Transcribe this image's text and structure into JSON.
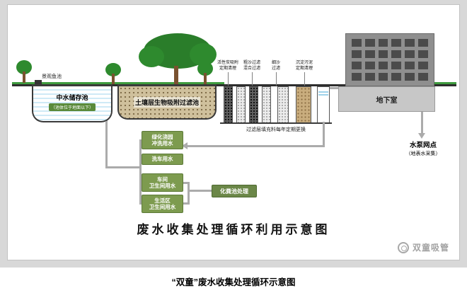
{
  "caption": "“双童”废水收集处理循环示意图",
  "diagram": {
    "title": "废水收集处理循环利用示意图",
    "watermark_text": "双童吸管",
    "pond": {
      "area_label": "景观鱼池",
      "name": "中水储存池",
      "note": "（池体位于地面以下）"
    },
    "soil_filter_label": "土壤层生物吸附过滤池",
    "filters": {
      "labels": [
        {
          "line1": "活性炭吸附",
          "line2": "定期清理"
        },
        {
          "line1": "粗沙过滤",
          "line2": "混合过滤"
        },
        {
          "line1": "细沙",
          "line2": "过滤"
        },
        {
          "line1": "沉淀污泥",
          "line2": "定期清理"
        }
      ],
      "note": "过滤层填充料每年定期更换"
    },
    "building": {
      "basement_label": "地下室"
    },
    "pump": {
      "name": "水泵网点",
      "note": "（地表水采集）"
    },
    "reuse_boxes": [
      {
        "label": "绿化浇园\n冲洗用水"
      },
      {
        "label": "洗车用水"
      },
      {
        "label": "车间\n卫生间用水"
      },
      {
        "label": "生活区\n卫生间用水"
      }
    ],
    "septic_label": "化粪池处理"
  }
}
